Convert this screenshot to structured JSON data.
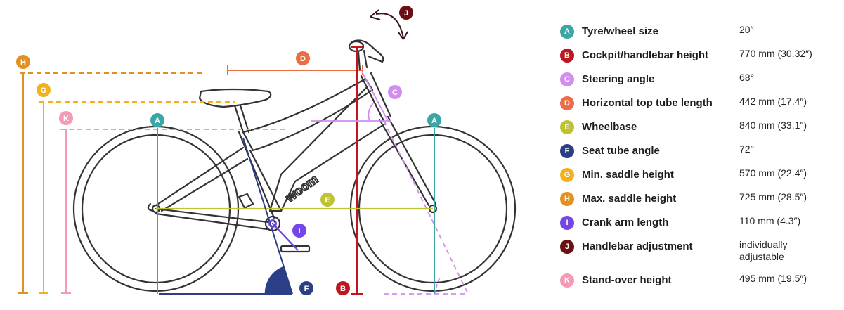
{
  "brand": "woom",
  "measurements": [
    {
      "letter": "A",
      "label": "Tyre/wheel size",
      "value": "20″",
      "color": "#3aa6a6"
    },
    {
      "letter": "B",
      "label": "Cockpit/handlebar height",
      "value": "770 mm (30.32″)",
      "color": "#c0171f"
    },
    {
      "letter": "C",
      "label": "Steering angle",
      "value": "68°",
      "color": "#d38cf0"
    },
    {
      "letter": "D",
      "label": "Horizontal top tube length",
      "value": "442 mm (17.4″)",
      "color": "#ec6c45"
    },
    {
      "letter": "E",
      "label": "Wheelbase",
      "value": "840 mm (33.1″)",
      "color": "#bfc234"
    },
    {
      "letter": "F",
      "label": "Seat tube angle",
      "value": "72°",
      "color": "#2a3f86"
    },
    {
      "letter": "G",
      "label": "Min. saddle height",
      "value": "570 mm (22.4″)",
      "color": "#f3b11b"
    },
    {
      "letter": "H",
      "label": "Max. saddle height",
      "value": "725 mm (28.5″)",
      "color": "#e2911e"
    },
    {
      "letter": "I",
      "label": "Crank arm length",
      "value": "110 mm (4.3″)",
      "color": "#7446e6"
    },
    {
      "letter": "J",
      "label": "Handlebar adjustment",
      "value": "individually adjustable",
      "color": "#6b0f12"
    },
    {
      "letter": "K",
      "label": "Stand-over height",
      "value": "495 mm (19.5″)",
      "color": "#f39ab4"
    }
  ],
  "diagram_labels": {
    "A1": "A",
    "A2": "A",
    "B": "B",
    "C": "C",
    "D": "D",
    "E": "E",
    "F": "F",
    "G": "G",
    "H": "H",
    "I": "I",
    "J": "J",
    "K": "K"
  }
}
